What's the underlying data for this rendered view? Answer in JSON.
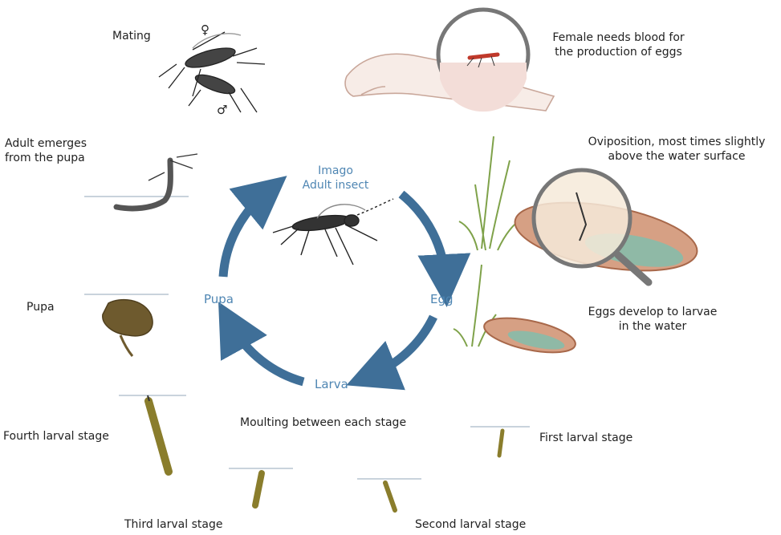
{
  "cycle": {
    "imago": [
      "Imago",
      "Adult insect"
    ],
    "egg": "Egg",
    "larva": "Larva",
    "pupa": "Pupa",
    "moulting": "Moulting between each stage"
  },
  "labels": {
    "mating": "Mating",
    "female": [
      "Female needs blood for",
      "the production of eggs"
    ],
    "oviposition": [
      "Oviposition, most times slightly",
      "above the water surface"
    ],
    "eggs_develop": [
      "Eggs develop to larvae",
      "in the water"
    ],
    "adult_emerges": [
      "Adult emerges",
      "from the pupa"
    ],
    "pupa": "Pupa",
    "fourth": "Fourth larval stage",
    "third": "Third larval stage",
    "second": "Second larval stage",
    "first": "First larval stage"
  },
  "symbols": {
    "female": "♀",
    "male": "♂"
  },
  "colors": {
    "cycle_arrow": "#3f6f98",
    "cycle_text": "#4f86b3",
    "larva": "#8a7d2c",
    "pupa": "#6e5a2e",
    "water": "#c9d3dc",
    "dish": "#d6a084",
    "grass": "#7fa24a",
    "blood": "#c0392b"
  }
}
